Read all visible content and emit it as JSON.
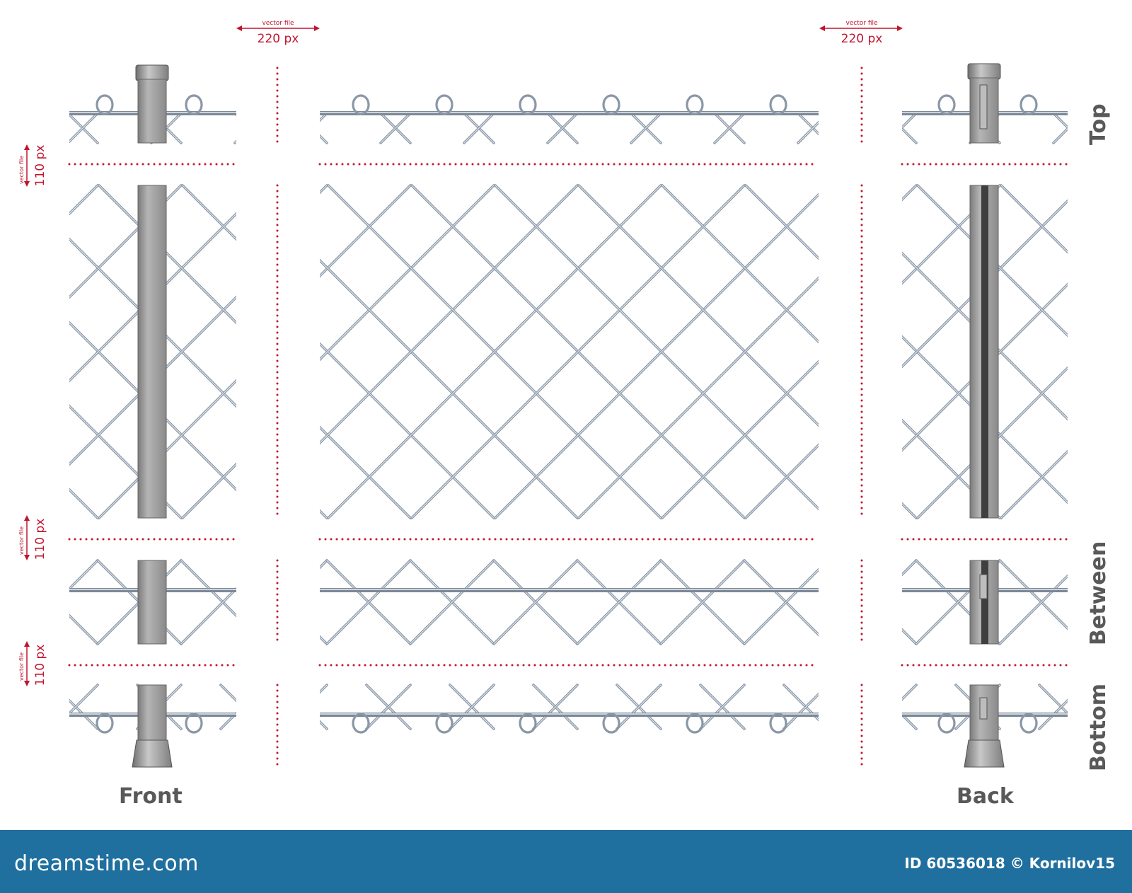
{
  "dimensions": {
    "top_left": {
      "caption": "vector file",
      "value": "220 px"
    },
    "top_right": {
      "caption": "vector file",
      "value": "220 px"
    },
    "left_1": {
      "caption": "vector file",
      "value": "110 px"
    },
    "left_2": {
      "caption": "vector file",
      "value": "110 px"
    },
    "left_3": {
      "caption": "vector file",
      "value": "110 px"
    }
  },
  "labels": {
    "front": "Front",
    "back": "Back",
    "top": "Top",
    "between": "Between",
    "bottom": "Bottom"
  },
  "footer": {
    "brand": "dreamstime.com",
    "credit": "ID 60536018 © Kornilov15"
  },
  "colors": {
    "accent": "#c0152f",
    "wire": "#8a97a6",
    "wire_highlight": "#dfe5ec",
    "post": "#9a9a9a",
    "footer_bg": "#1f6f9f"
  }
}
